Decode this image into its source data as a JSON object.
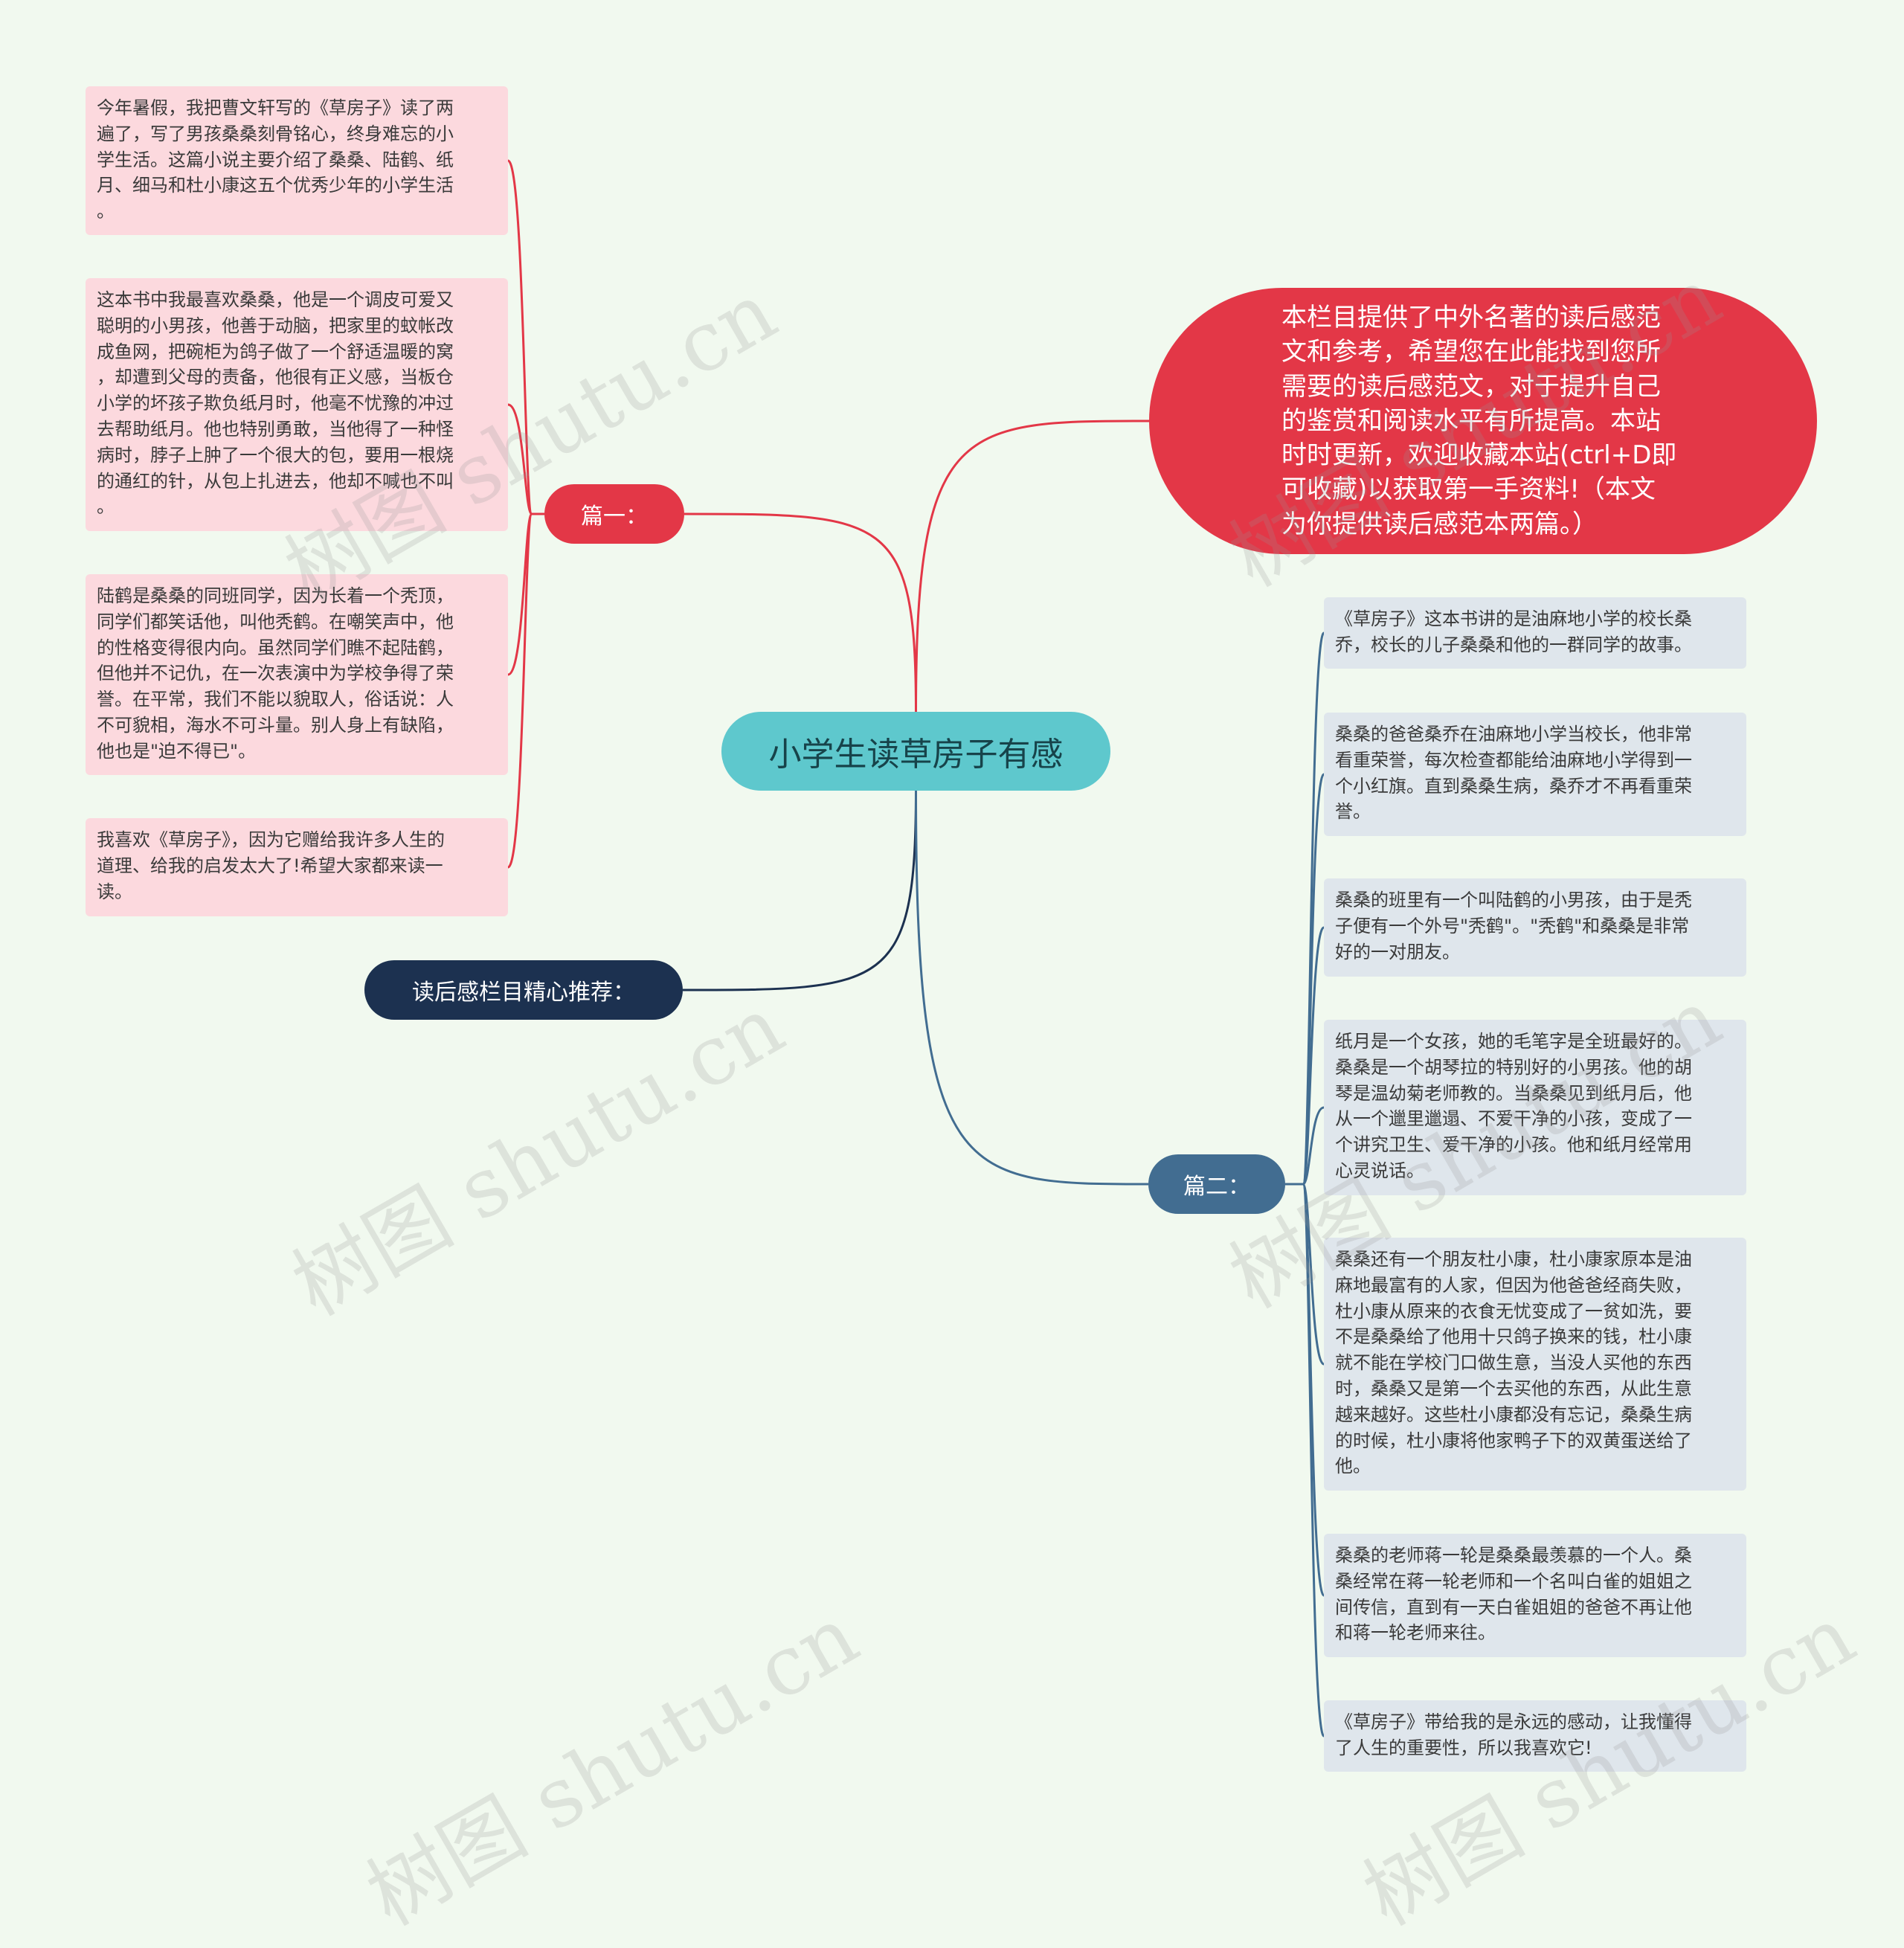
{
  "root": {
    "label": "小学生读草房子有感"
  },
  "branch1": {
    "label": "篇一：",
    "leaves": [
      "今年暑假，我把曹文轩写的《草房子》读了两\n遍了，写了男孩桑桑刻骨铭心，终身难忘的小\n学生活。这篇小说主要介绍了桑桑、陆鹤、纸\n月、细马和杜小康这五个优秀少年的小学生活\n。",
      "这本书中我最喜欢桑桑，他是一个调皮可爱又\n聪明的小男孩，他善于动脑，把家里的蚊帐改\n成鱼网，把碗柜为鸽子做了一个舒适温暖的窝\n，却遭到父母的责备，他很有正义感，当板仓\n小学的坏孩子欺负纸月时，他毫不忧豫的冲过\n去帮助纸月。他也特别勇敢，当他得了一种怪\n病时，脖子上肿了一个很大的包，要用一根烧\n的通红的针，从包上扎进去，他却不喊也不叫\n。",
      "陆鹤是桑桑的同班同学，因为长着一个秃顶，\n同学们都笑话他，叫他秃鹤。在嘲笑声中，他\n的性格变得很内向。虽然同学们瞧不起陆鹤，\n但他并不记仇，在一次表演中为学校争得了荣\n誉。在平常，我们不能以貌取人，俗话说：人\n不可貌相，海水不可斗量。别人身上有缺陷，\n他也是\"迫不得已\"。",
      "我喜欢《草房子》，因为它赠给我许多人生的\n道理、给我的启发太大了!希望大家都来读一\n读。"
    ]
  },
  "intro": {
    "text": "本栏目提供了中外名著的读后感范\n文和参考，希望您在此能找到您所\n需要的读后感范文，对于提升自己\n的鉴赏和阅读水平有所提高。本站\n时时更新，欢迎收藏本站(ctrl+D即\n可收藏)以获取第一手资料!（本文\n为你提供读后感范本两篇。）"
  },
  "recommend": {
    "label": "读后感栏目精心推荐："
  },
  "branch2": {
    "label": "篇二：",
    "leaves": [
      "《草房子》这本书讲的是油麻地小学的校长桑\n乔，校长的儿子桑桑和他的一群同学的故事。",
      "桑桑的爸爸桑乔在油麻地小学当校长，他非常\n看重荣誉，每次检查都能给油麻地小学得到一\n个小红旗。直到桑桑生病，桑乔才不再看重荣\n誉。",
      "桑桑的班里有一个叫陆鹤的小男孩，由于是秃\n子便有一个外号\"秃鹤\"。\"秃鹤\"和桑桑是非常\n好的一对朋友。",
      "纸月是一个女孩，她的毛笔字是全班最好的。\n桑桑是一个胡琴拉的特别好的小男孩。他的胡\n琴是温幼菊老师教的。当桑桑见到纸月后，他\n从一个邋里邋遢、不爱干净的小孩，变成了一\n个讲究卫生、爱干净的小孩。他和纸月经常用\n心灵说话。",
      "桑桑还有一个朋友杜小康，杜小康家原本是油\n麻地最富有的人家，但因为他爸爸经商失败，\n杜小康从原来的衣食无忧变成了一贫如洗，要\n不是桑桑给了他用十只鸽子换来的钱，杜小康\n就不能在学校门口做生意，当没人买他的东西\n时，桑桑又是第一个去买他的东西，从此生意\n越来越好。这些杜小康都没有忘记，桑桑生病\n的时候，杜小康将他家鸭子下的双黄蛋送给了\n他。",
      "桑桑的老师蒋一轮是桑桑最羡慕的一个人。桑\n桑经常在蒋一轮老师和一个名叫白雀的姐姐之\n间传信，直到有一天白雀姐姐的爸爸不再让他\n和蒋一轮老师来往。",
      "《草房子》带给我的是永远的感动，让我懂得\n了人生的重要性，所以我喜欢它!"
    ]
  },
  "watermark": "树图 shutu.cn",
  "colors": {
    "background": "#f1f9ef",
    "root": "#5ec8cd",
    "branch1": "#e33747",
    "branch2": "#426d91",
    "recommend": "#1c3150",
    "leaf1": "#fcd9de",
    "leaf2": "#dfe6ec"
  }
}
